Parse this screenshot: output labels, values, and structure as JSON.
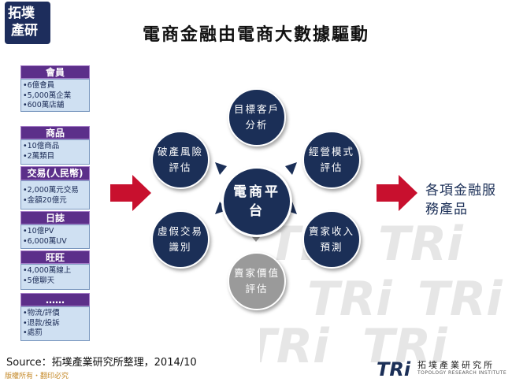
{
  "header": {
    "logo_top": "拓墣",
    "logo_bottom": "產研",
    "title": "電商金融由電商大數據驅動"
  },
  "panel": {
    "sections": [
      {
        "head": "會員",
        "items": [
          "•6億會員",
          "•5,000萬企業",
          "•600萬店舖"
        ]
      },
      {
        "head": "商品",
        "items": [
          "•10億商品",
          "•2萬類目"
        ]
      },
      {
        "head": "交易(人民幣)",
        "items": [
          "•2,000萬元交易",
          "•金額20億元"
        ]
      },
      {
        "head": "日誌",
        "items": [
          "•10億PV",
          "•6,000萬UV"
        ]
      },
      {
        "head": "旺旺",
        "items": [
          "•4,000萬線上",
          "•5億聊天"
        ]
      },
      {
        "head": "……",
        "items": [
          "•物流/評價",
          "•退款/投訴",
          "•處罰"
        ]
      }
    ]
  },
  "diagram": {
    "center": "電商平台",
    "nodes": {
      "top": "目標客戶分析",
      "top_right": "經營模式評估",
      "bottom_right": "賣家收入預測",
      "bottom": "賣家價值評估",
      "bottom_left": "虛假交易識別",
      "top_left": "破產風險評估"
    },
    "output": "各項金融服務產品",
    "colors": {
      "dark": "#1b2f57",
      "gray": "#9a9a9a",
      "arrow": "#c8102e",
      "panel_head": "#5c2f8a",
      "panel_body": "#cfe0f2"
    }
  },
  "footer": {
    "source": "Source：拓墣產業研究所整理，2014/10",
    "copyright": "版權所有・翻印必究",
    "tri_mark": "TRi",
    "tri_name": "拓墣產業研究所",
    "tri_en": "TOPOLOGY RESEARCH INSTITUTE"
  }
}
